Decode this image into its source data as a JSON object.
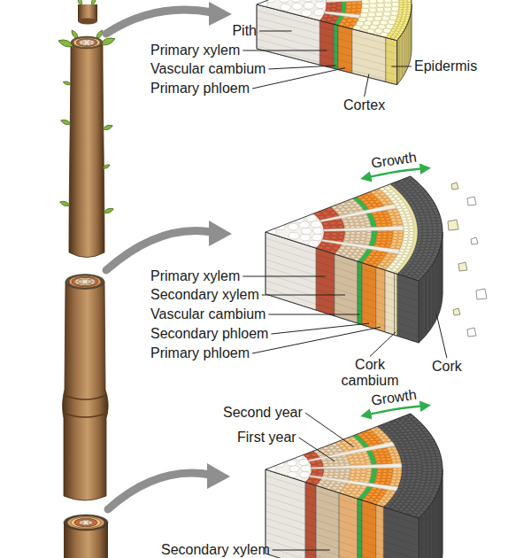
{
  "diagram": {
    "labels": [
      "Pith",
      "Primary xylem",
      "Vascular cambium",
      "Primary phloem",
      "Epidermis",
      "Cortex",
      "Growth",
      "Primary xylem",
      "Secondary xylem",
      "Vascular cambium",
      "Secondary phloem",
      "Primary phloem",
      "Cork cambium",
      "Cork",
      "Second year",
      "Growth",
      "First year",
      "Secondary xylem"
    ]
  }
}
